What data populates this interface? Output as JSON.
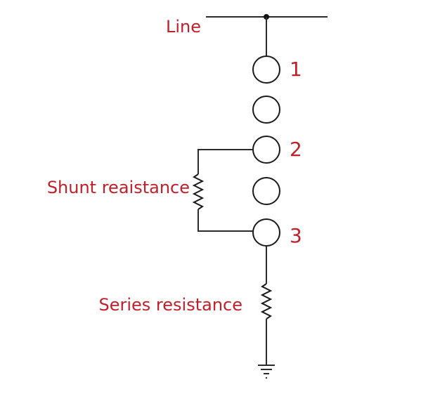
{
  "labels": {
    "line": "Line",
    "shunt": "Shunt reaistance",
    "series": "Series resistance",
    "disc_1": "1",
    "disc_2": "2",
    "disc_3": "3"
  },
  "colors": {
    "label": "#c0202a",
    "wire": "#2b2b2b"
  },
  "icons": {
    "resistor": "resistor-icon",
    "ground": "ground-icon",
    "insulator_disc": "insulator-disc-icon"
  }
}
